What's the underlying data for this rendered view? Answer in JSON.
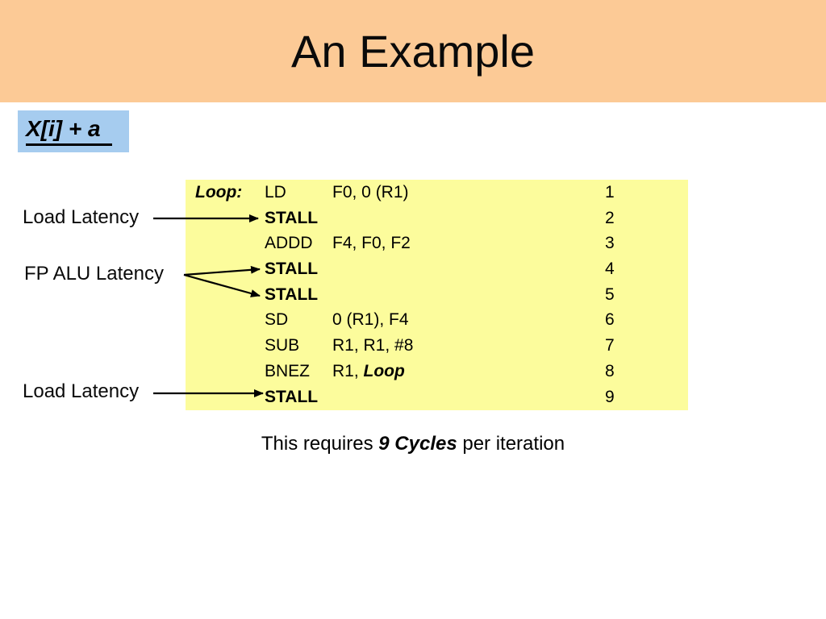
{
  "slide": {
    "title": "An Example",
    "expression_label": "X[i] + a",
    "annotations": {
      "load_latency_top": "Load Latency",
      "fp_alu_latency": "FP ALU Latency",
      "load_latency_bottom": "Load Latency"
    },
    "code": {
      "rows": [
        {
          "label": "Loop:",
          "mnemonic": "LD",
          "operands": "F0, 0 (R1)",
          "cycle": "1"
        },
        {
          "label": "",
          "mnemonic": "STALL",
          "operands": "",
          "cycle": "2"
        },
        {
          "label": "",
          "mnemonic": "ADDD",
          "operands": "F4, F0, F2",
          "cycle": "3"
        },
        {
          "label": "",
          "mnemonic": "STALL",
          "operands": "",
          "cycle": "4"
        },
        {
          "label": "",
          "mnemonic": "STALL",
          "operands": "",
          "cycle": "5"
        },
        {
          "label": "",
          "mnemonic": "SD",
          "operands": "0 (R1), F4",
          "cycle": "6"
        },
        {
          "label": "",
          "mnemonic": "SUB",
          "operands": "R1, R1, #8",
          "cycle": "7"
        },
        {
          "label": "",
          "mnemonic": "BNEZ",
          "operands_pre": "R1, ",
          "operands_em": "Loop",
          "cycle": "8"
        },
        {
          "label": "",
          "mnemonic": "STALL",
          "operands": "",
          "cycle": "9"
        }
      ]
    },
    "caption": {
      "pre": "This requires ",
      "em": "9 Cycles",
      "post": " per iteration"
    },
    "colors": {
      "banner_background": "#fcca96",
      "expression_background": "#a6ccef",
      "code_box_background": "#fcfc9c",
      "text": "#000000"
    }
  }
}
